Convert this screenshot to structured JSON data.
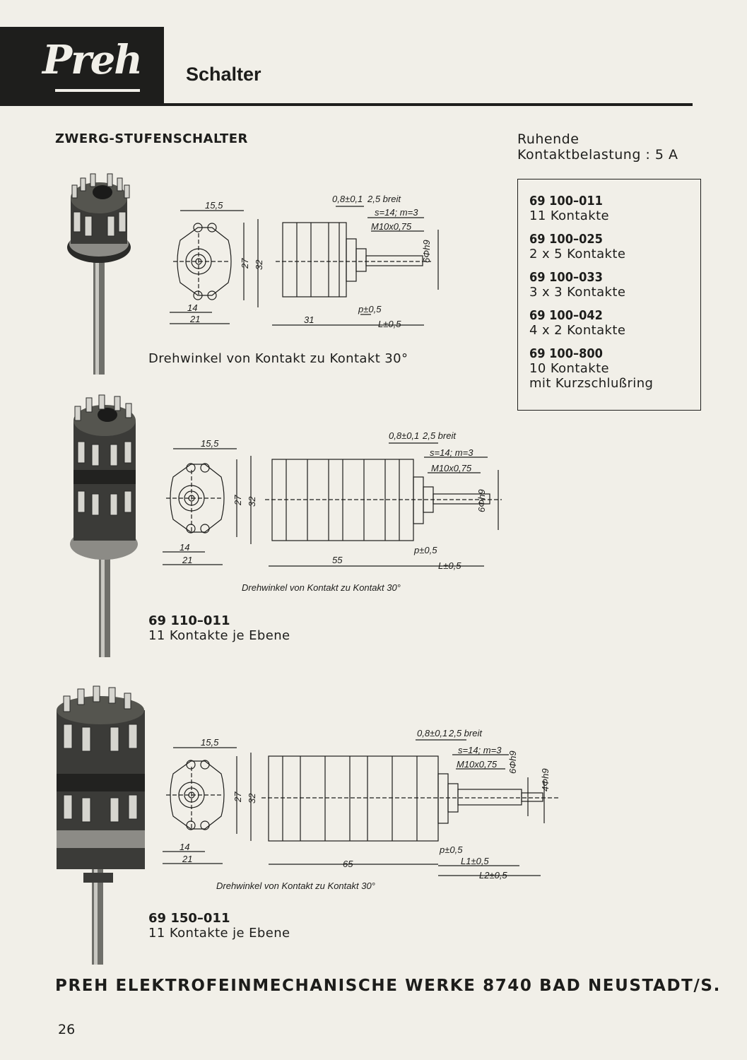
{
  "header": {
    "logo_text": "Preh",
    "title": "Schalter"
  },
  "section_title": "ZWERG-STUFENSCHALTER",
  "contact_load": {
    "line1": "Ruhende",
    "line2": "Kontaktbelastung : 5 A"
  },
  "variants": [
    {
      "code": "69 100–011",
      "desc": "11 Kontakte"
    },
    {
      "code": "69 100–025",
      "desc": "2 x 5 Kontakte"
    },
    {
      "code": "69 100–033",
      "desc": "3 x 3 Kontakte"
    },
    {
      "code": "69 100–042",
      "desc": "4 x 2 Kontakte"
    },
    {
      "code": "69 100–800",
      "desc": "10 Kontakte\nmit Kurzschlußring"
    }
  ],
  "products": [
    {
      "caption": "Drehwinkel von Kontakt zu Kontakt 30°",
      "dims": {
        "w155": "15,5",
        "h27": "27",
        "h32": "32",
        "w14": "14",
        "w21": "21",
        "len": "31",
        "p": "p±0,5",
        "L": "L±0,5",
        "top1": "0,8±0,1",
        "top2": "2,5 breit",
        "s": "s=14; m=3",
        "thread": "M10x0,75",
        "shaft": "6Φh9"
      }
    },
    {
      "caption": "Drehwinkel von Kontakt zu Kontakt 30°",
      "code": "69 110–011",
      "desc": "11 Kontakte je Ebene",
      "dims": {
        "w155": "15,5",
        "h27": "27",
        "h32": "32",
        "w14": "14",
        "w21": "21",
        "len": "55",
        "p": "p±0,5",
        "L": "L±0,5",
        "top1": "0,8±0,1",
        "top2": "2,5 breit",
        "s": "s=14; m=3",
        "thread": "M10x0,75",
        "shaft": "6Φh9"
      }
    },
    {
      "caption": "Drehwinkel von Kontakt zu Kontakt 30°",
      "code": "69 150–011",
      "desc": "11 Kontakte je Ebene",
      "dims": {
        "w155": "15,5",
        "h27": "27",
        "h32": "32",
        "w14": "14",
        "w21": "21",
        "len": "65",
        "p": "p±0,5",
        "L1": "L1±0,5",
        "L2": "L2±0,5",
        "top1": "0,8±0,1",
        "top2": "2,5 breit",
        "s": "s=14; m=3",
        "thread": "M10x0,75",
        "shaft": "6Φh9",
        "shaft2": "4Φh9"
      }
    }
  ],
  "footer": "PREH ELEKTROFEINMECHANISCHE WERKE   8740 BAD NEUSTADT/S.",
  "page_number": "26"
}
